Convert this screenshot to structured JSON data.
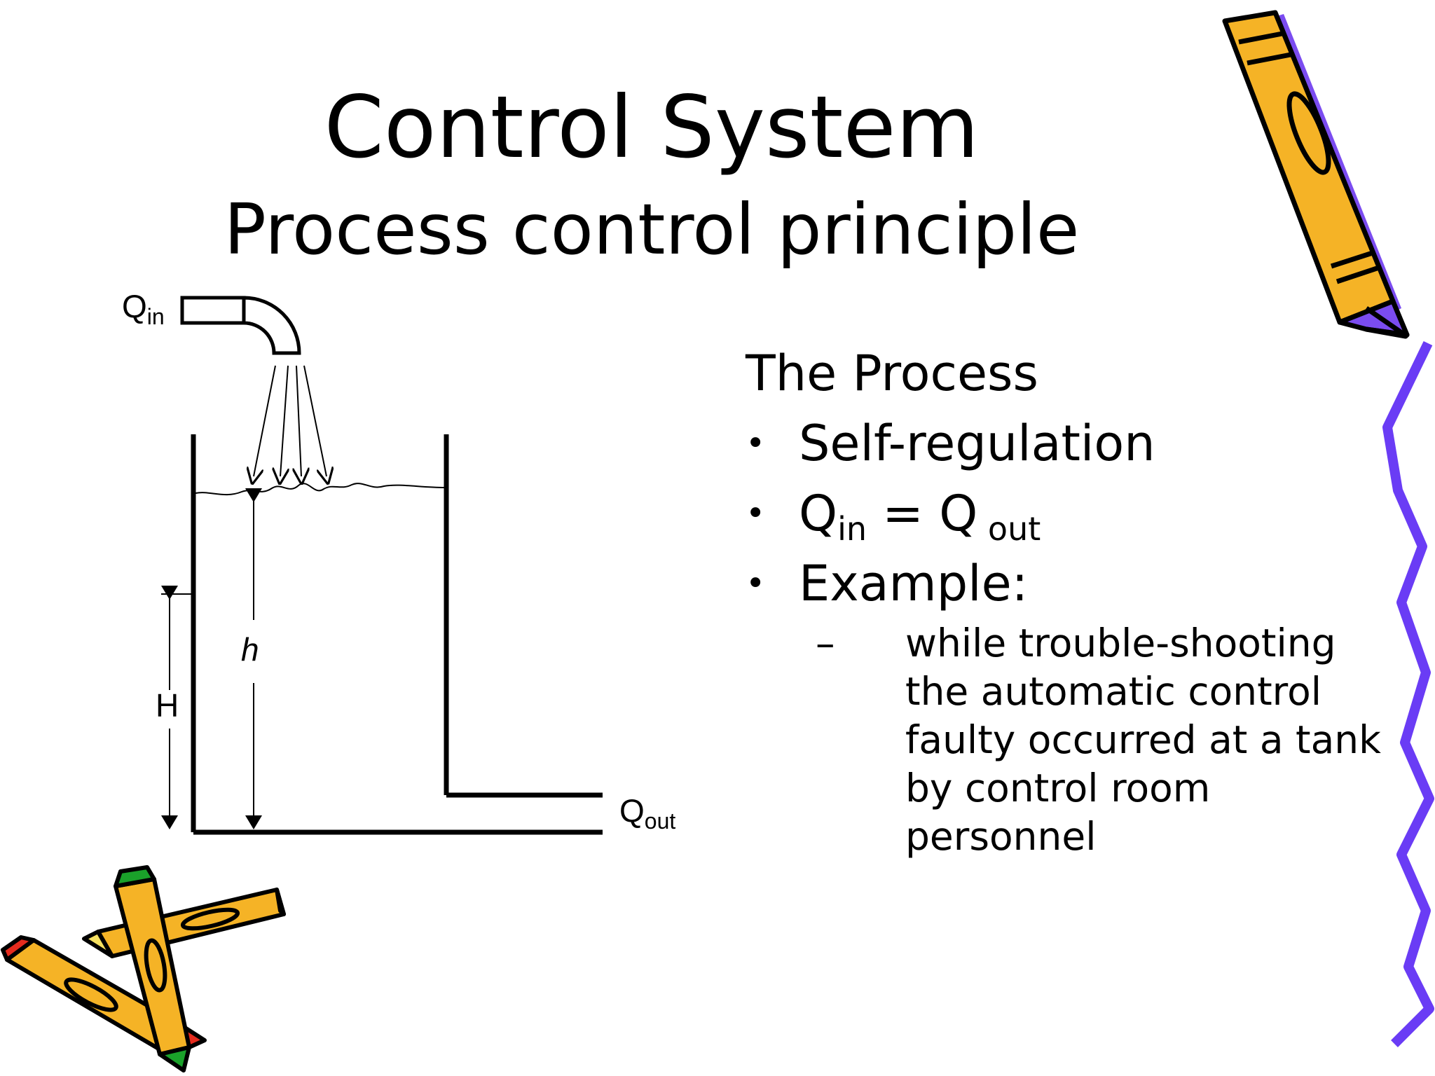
{
  "slide": {
    "title": "Control System",
    "subtitle": "Process control principle"
  },
  "content": {
    "heading": "The Process",
    "bullets": [
      {
        "text": "Self-regulation"
      },
      {
        "q1": "Q",
        "q1_sub": "in",
        "eq": " = ",
        "q2": "Q",
        "q2_sub": " out"
      },
      {
        "text": "Example:"
      }
    ],
    "sub_bullet": "while trouble-shooting the automatic control faulty occurred at a tank by control room personnel"
  },
  "diagram": {
    "q_in": "Q",
    "q_in_sub": "in",
    "q_out": "Q",
    "q_out_sub": "out",
    "h_small": "h",
    "h_big": "H"
  },
  "colors": {
    "pencil_body": "#f5b326",
    "pencil_shadow": "#7b4cf0",
    "squiggle": "#6a3cf5",
    "eraser_red": "#e52b1e",
    "eraser_green": "#1aa12a"
  }
}
